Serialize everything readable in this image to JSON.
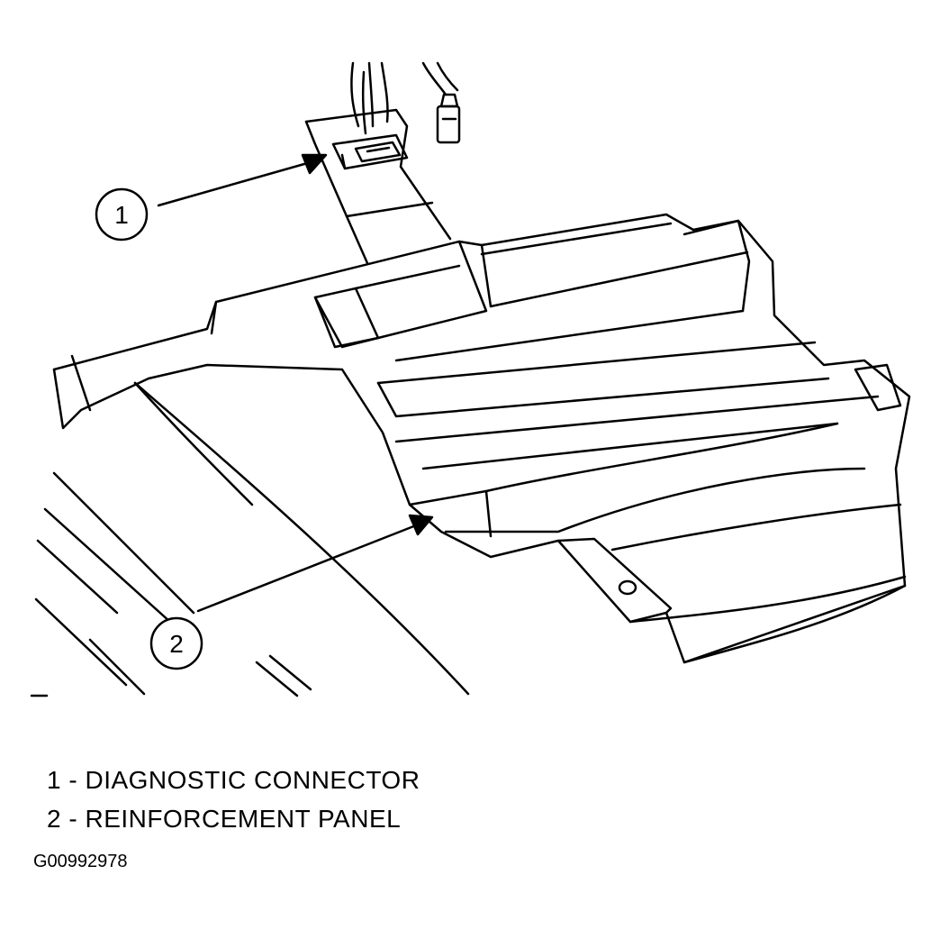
{
  "callouts": [
    {
      "number": "1",
      "label": "DIAGNOSTIC CONNECTOR"
    },
    {
      "number": "2",
      "label": "REINFORCEMENT PANEL"
    }
  ],
  "legend": [
    {
      "number": "1",
      "separator": "-",
      "text": "DIAGNOSTIC CONNECTOR"
    },
    {
      "number": "2",
      "separator": "-",
      "text": "REINFORCEMENT PANEL"
    }
  ],
  "figure_id": "G00992978"
}
